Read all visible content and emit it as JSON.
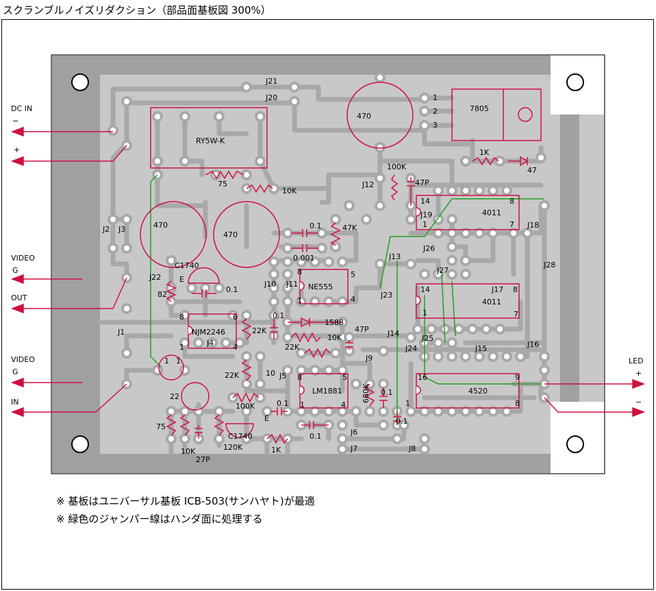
{
  "title": "スクランブルノイズリダクション（部品面基板図 300%）",
  "notes": [
    "※ 基板はユニバーサル基板 ICB-503(サンハヤト)が最適",
    "※ 緑色のジャンパー線はハンダ面に処理する"
  ],
  "terminals": {
    "dc_in": "DC IN",
    "minus": "−",
    "plus": "+",
    "video_g": "VIDEO\nG",
    "out": "OUT",
    "in": "IN",
    "led": "LED",
    "video_label": "VIDEO",
    "g_label": "G"
  },
  "components": {
    "relay": "RY5W-K",
    "reg": "7805",
    "ne555": "NE555",
    "njm": "NJM2246",
    "lm1881": "LM1881",
    "ic4011a": "4011",
    "ic4011b": "4011",
    "ic4520": "4520",
    "c1740a": "C1740",
    "c1740b": "C1740",
    "d1588": "1588"
  },
  "values": {
    "c470a": "470",
    "c470b": "470",
    "c470c": "470",
    "c1_a": "1",
    "c1_b": "1",
    "c22": "22",
    "r75a": "75",
    "r75b": "75",
    "r10k_a": "10K",
    "r10k_b": "10K",
    "r10k_c": "10K",
    "r82": "82",
    "c01a": "0.1",
    "c01b": "0.1",
    "c01c": "0.1",
    "c01d": "0.1",
    "c01e": "0.1",
    "c01f": "0.1",
    "c01g": "0.1",
    "c0001": "0.001",
    "r47k": "47K",
    "r22k_a": "22K",
    "r22k_b": "22K",
    "r22k_c": "22K",
    "c10": "10",
    "c47p_a": "47P",
    "c47p_b": "47P",
    "r100k_a": "100K",
    "r100k_b": "100K",
    "r120k": "120K",
    "c27p": "27P",
    "r1k_a": "1K",
    "r1k_b": "1K",
    "c47": "47",
    "r680k": "680K",
    "e_a": "E",
    "e_b": "E"
  },
  "pins": {
    "p1a": "1",
    "p2a": "2",
    "p3a": "3",
    "ne8": "8",
    "ne5": "5",
    "ne1": "1",
    "ne4": "4",
    "nj8": "8",
    "nj6": "6",
    "nj1": "1",
    "nj4": "4",
    "lm8": "8",
    "lm5": "5",
    "lm1": "1",
    "lm4": "4",
    "a14": "14",
    "a8": "8",
    "a1": "1",
    "a7": "7",
    "b14": "14",
    "b8": "8",
    "b1": "1",
    "b7": "7",
    "c16": "16",
    "c9": "9",
    "c1": "1",
    "c8": "8"
  },
  "jumpers": {
    "j1": "J1",
    "j2": "J2",
    "j3": "J3",
    "j4": "J4",
    "j5": "J5",
    "j6": "J6",
    "j7": "J7",
    "j8": "J8",
    "j9": "J9",
    "j10": "J10",
    "j11": "J11",
    "j12": "J12",
    "j13": "J13",
    "j14": "J14",
    "j15": "J15",
    "j16": "J16",
    "j17": "J17",
    "j18": "J18",
    "j19": "J19",
    "j20": "J20",
    "j21": "J21",
    "j22": "J22",
    "j23": "J23",
    "j24": "J24",
    "j25": "J25",
    "j26": "J26",
    "j27": "J27",
    "j28": "J28"
  },
  "colors": {
    "board": "#a0a0a0",
    "board_light": "#c8c8c8",
    "trace": "#a8a8a8",
    "component": "#d01040",
    "jumper_green": "#20a020",
    "arrow": "#d01040"
  }
}
